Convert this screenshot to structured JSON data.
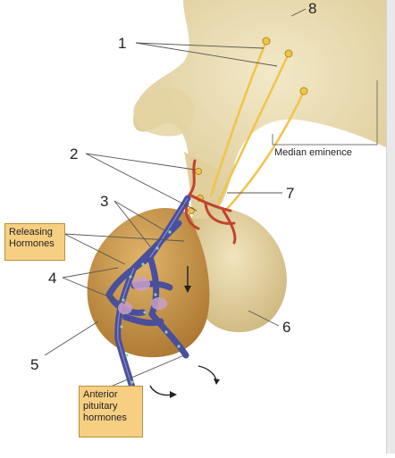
{
  "labels": {
    "n1": "1",
    "n2": "2",
    "n3": "3",
    "n4": "4",
    "n5": "5",
    "n6": "6",
    "n7": "7",
    "n8": "8",
    "median_eminence": "Median eminence",
    "releasing_hormones": [
      "Releasing",
      "Hormones"
    ],
    "anterior_pituitary_hormones": [
      "Anterior",
      "pituitary",
      "hormones"
    ]
  },
  "colors": {
    "hypothalamus": "#eee2bd",
    "posterior_lobe": "#e7d7ab",
    "anterior_lobe": "#cf9f52",
    "portal_vessels": "#4a4f9c",
    "artery": "#c2432e",
    "neurons": "#f0c44a",
    "label_box": "#f6cf83"
  }
}
